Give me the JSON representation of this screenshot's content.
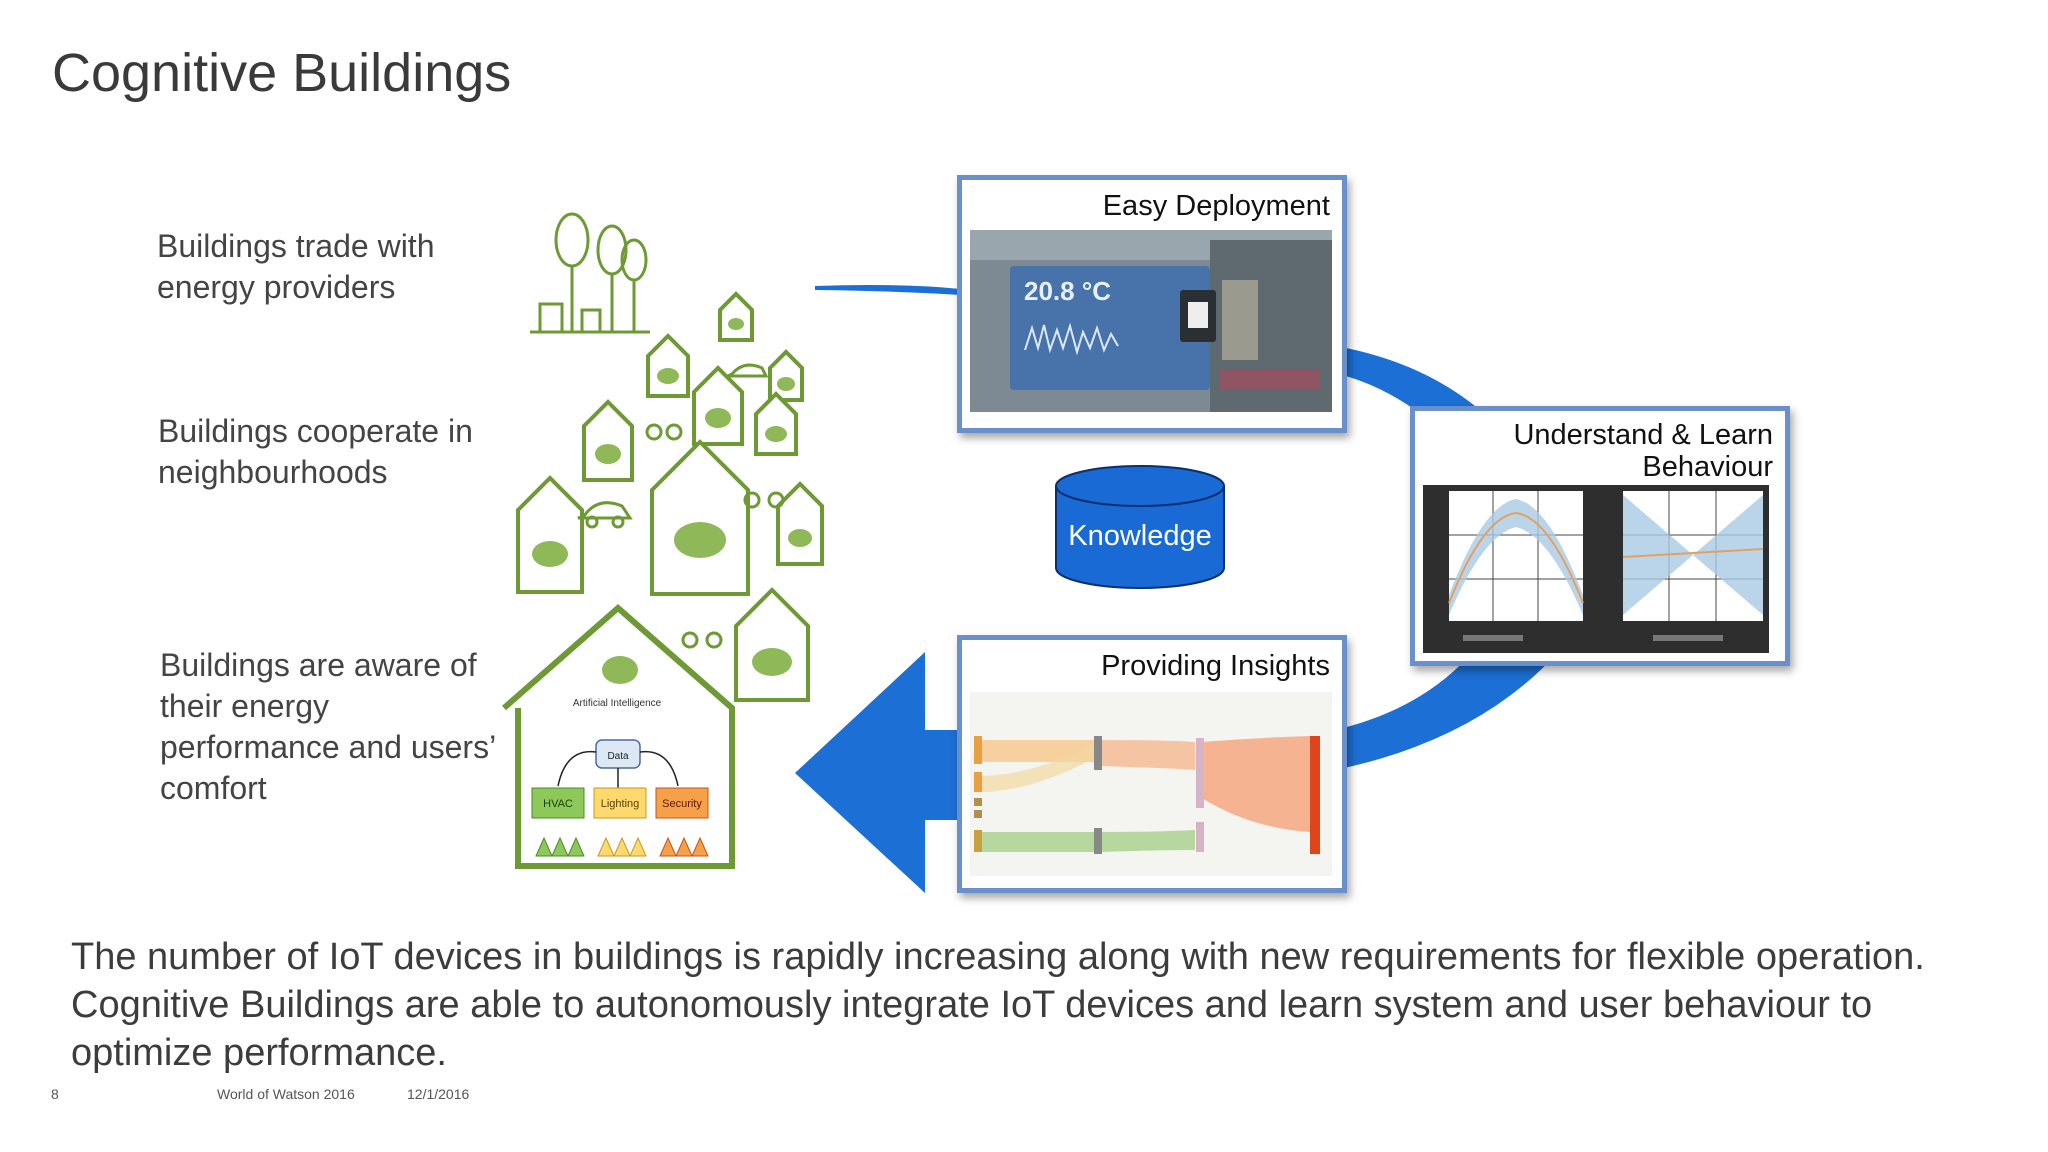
{
  "slide": {
    "title": "Cognitive Buildings",
    "captions": [
      "Buildings trade with energy providers",
      "Buildings cooperate in neighbourhoods",
      "Buildings are aware of their energy performance and users’ comfort"
    ],
    "bottom_text": "The number of IoT devices in buildings is rapidly increasing along with new requirements for flexible operation. Cognitive Buildings are able to autonomously integrate IoT devices and learn system and user behaviour to optimize performance."
  },
  "diagram": {
    "panels": {
      "easy_deployment": "Easy Deployment",
      "understand_line1": "Understand & Learn",
      "understand_line2": "Behaviour",
      "providing_insights": "Providing Insights"
    },
    "knowledge": "Knowledge",
    "sensor_reading": "20.8 °C",
    "house": {
      "ai_label": "Artificial Intelligence",
      "data_label": "Data",
      "hvac": "HVAC",
      "lighting": "Lighting",
      "security": "Security"
    },
    "colors": {
      "arrow_blue": "#1c6fd4",
      "panel_border": "#6a90cc",
      "house_green": "#6d9a35",
      "knowledge_blue": "#1a6ad6"
    }
  },
  "footer": {
    "page_number": "8",
    "event": "World of Watson 2016",
    "date": "12/1/2016"
  }
}
